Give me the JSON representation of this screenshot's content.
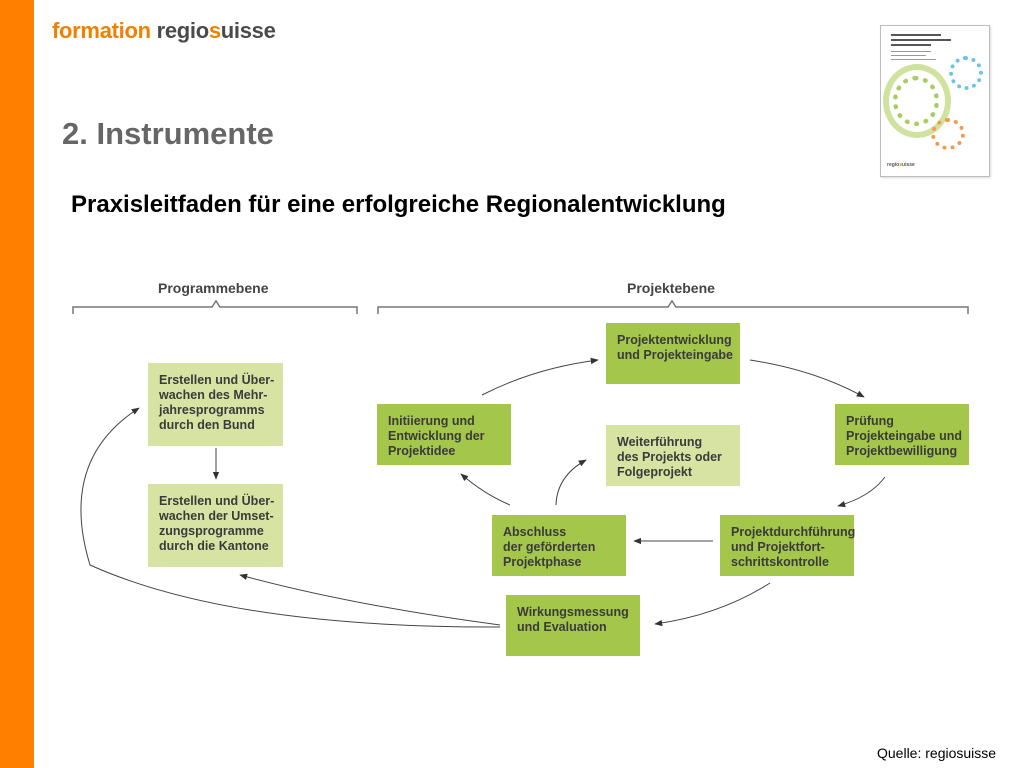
{
  "logo": {
    "part1": "formation",
    "part2": "regio",
    "part3": "s",
    "part4": "uisse"
  },
  "title": "2. Instrumente",
  "subtitle": "Praxisleitfaden für eine erfolgreiche Regionalentwicklung",
  "source": "Quelle: regiosuisse",
  "diagram": {
    "levels": {
      "program": "Programmebene",
      "project": "Projektebene"
    },
    "boxes": {
      "program_federal": "Erstellen und Über-\nwachen des Mehr-\njahresprogramms\ndurch den Bund",
      "program_cantons": "Erstellen und Über-\nwachen der Umset-\nzungsprogramme\ndurch die Kantone",
      "project_dev": "Projektentwicklung\nund Projekteingabe",
      "initiation": "Initiierung und\nEntwicklung der\nProjektidee",
      "review": "Prüfung\nProjekteingabe und\nProjektbewilligung",
      "continuation": "Weiterführung\ndes Projekts oder\nFolgeprojekt",
      "completion": "Abschluss\nder geförderten\nProjektphase",
      "implementation": "Projektdurchführung\nund Projektfort-\nschrittskontrolle",
      "evaluation": "Wirkungsmessung\nund Evaluation"
    }
  },
  "colors": {
    "accent": "#ff7f00",
    "box_light": "#d6e3a3",
    "box_dark": "#a4c64b",
    "title_gray": "#666666"
  }
}
